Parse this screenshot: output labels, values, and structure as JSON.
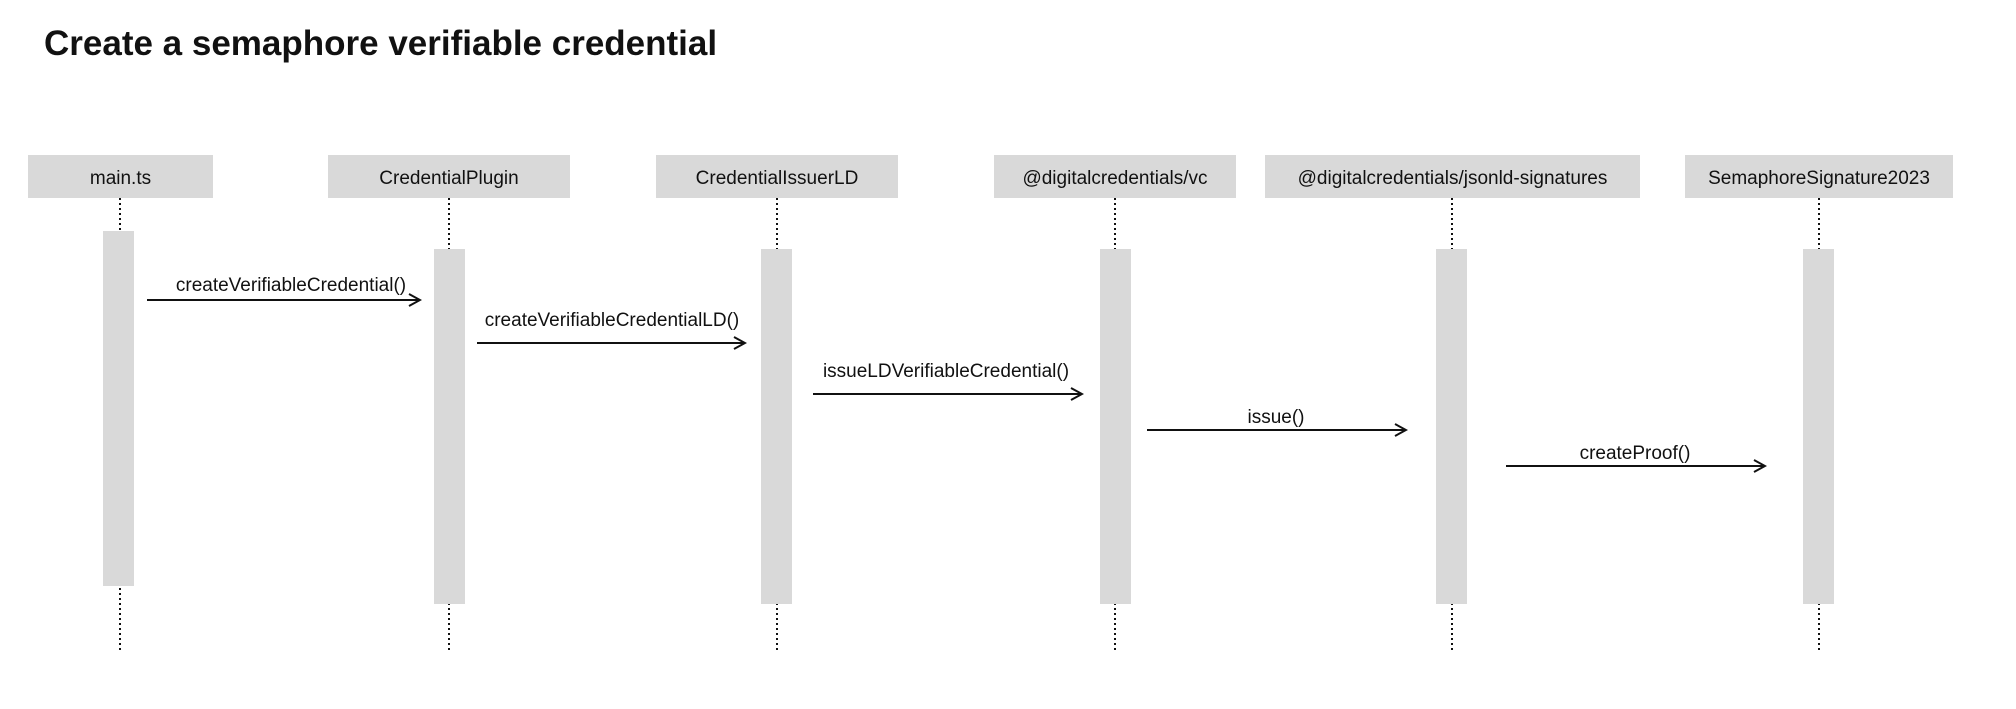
{
  "title": "Create a semaphore verifiable credential",
  "colors": {
    "box_fill": "#d9d9d9",
    "activation_fill": "#d9d9d9",
    "line": "#111111",
    "text": "#111111"
  },
  "participants": [
    {
      "name": "main.ts"
    },
    {
      "name": "CredentialPlugin"
    },
    {
      "name": "CredentialIssuerLD"
    },
    {
      "name": "@digitalcredentials/vc"
    },
    {
      "name": "@digitalcredentials/jsonld-signatures"
    },
    {
      "name": "SemaphoreSignature2023"
    }
  ],
  "messages": [
    {
      "from": 0,
      "to": 1,
      "label": "createVerifiableCredential()"
    },
    {
      "from": 1,
      "to": 2,
      "label": "createVerifiableCredentialLD()"
    },
    {
      "from": 2,
      "to": 3,
      "label": "issueLDVerifiableCredential()"
    },
    {
      "from": 3,
      "to": 4,
      "label": "issue()"
    },
    {
      "from": 4,
      "to": 5,
      "label": "createProof()"
    }
  ]
}
